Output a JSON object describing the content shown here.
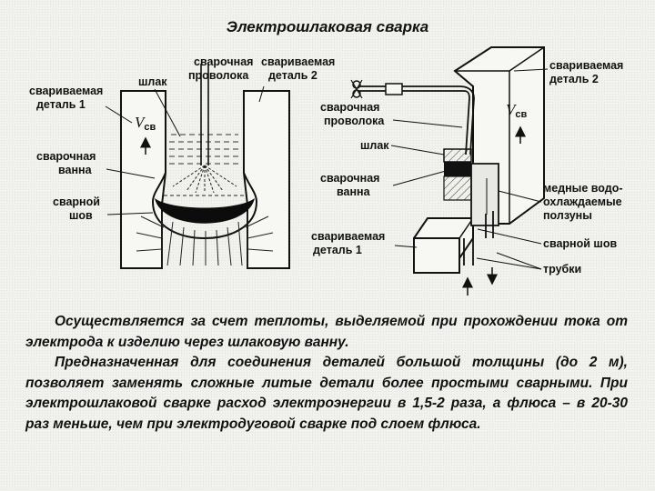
{
  "title": "Электрошлаковая сварка",
  "left_diagram": {
    "labels": {
      "part1": [
        "свариваемая",
        "деталь 1"
      ],
      "slag": "шлак",
      "wire": [
        "сварочная",
        "проволока"
      ],
      "part2": [
        "свариваемая",
        "деталь 2"
      ],
      "pool": [
        "сварочная",
        "ванна"
      ],
      "seam": [
        "сварной",
        "шов"
      ],
      "velocity": "V",
      "velocity_sub": "св"
    }
  },
  "right_diagram": {
    "labels": {
      "part2": [
        "свариваемая",
        "деталь 2"
      ],
      "wire": [
        "сварочная",
        "проволока"
      ],
      "slag": "шлак",
      "pool": [
        "сварочная",
        "ванна"
      ],
      "sliders": [
        "медные водо-",
        "охлаждаемые",
        "ползуны"
      ],
      "part1": [
        "свариваемая",
        "деталь 1"
      ],
      "seam": "сварной шов",
      "tubes": "трубки",
      "velocity": "V",
      "velocity_sub": "св"
    }
  },
  "description": {
    "p1": "Осуществляется за счет теплоты, выделяемой при прохождении тока от электрода к изделию через шлаковую ванну.",
    "p2": "Предназначенная для соединения деталей большой толщины (до 2 м), позволяет заменять сложные литые детали более простыми сварными. При электрошлаковой сварке расход электроэнергии в 1,5-2 раза, а флюса – в 20-30 раз меньше, чем при электродуговой сварке под слоем флюса."
  }
}
